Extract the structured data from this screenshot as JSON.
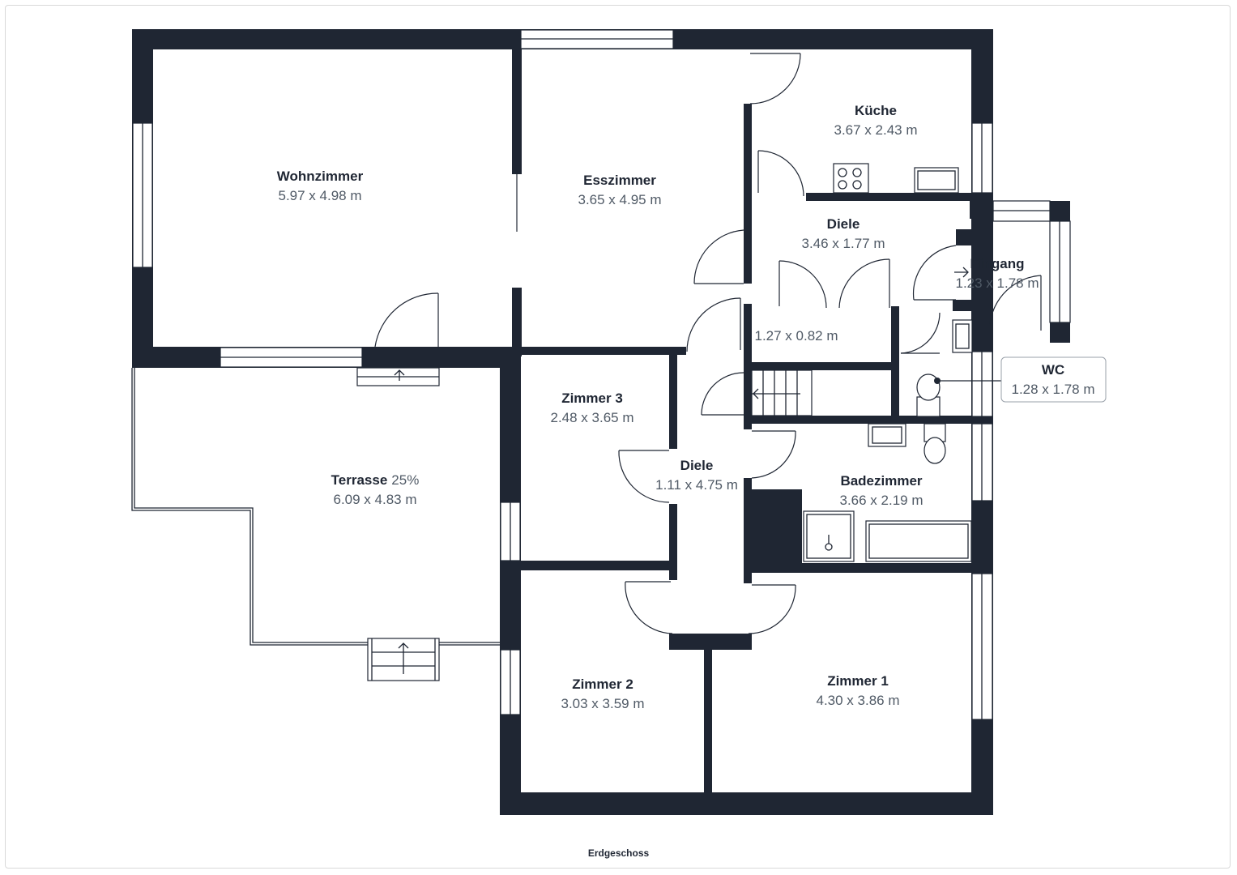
{
  "plan": {
    "floor_name": "Erdgeschoss",
    "wall_color": "#1f2633",
    "rooms": {
      "wohnzimmer": {
        "name": "Wohnzimmer",
        "dims": "5.97 x 4.98 m"
      },
      "esszimmer": {
        "name": "Esszimmer",
        "dims": "3.65 x 4.95 m"
      },
      "kueche": {
        "name": "Küche",
        "dims": "3.67 x 2.43 m"
      },
      "diele_top": {
        "name": "Diele",
        "dims": "3.46 x 1.77 m"
      },
      "eingang": {
        "name": "Eingang",
        "dims": "1.23 x 1.78 m"
      },
      "abstell": {
        "dims": "1.27 x 0.82 m"
      },
      "wc": {
        "name": "WC",
        "dims": "1.28 x 1.78 m"
      },
      "terrasse": {
        "name": "Terrasse",
        "pct": "25%",
        "dims": "6.09 x 4.83 m"
      },
      "zimmer3": {
        "name": "Zimmer 3",
        "dims": "2.48 x 3.65 m"
      },
      "diele_mid": {
        "name": "Diele",
        "dims": "1.11 x 4.75 m"
      },
      "badezimmer": {
        "name": "Badezimmer",
        "dims": "3.66 x 2.19 m"
      },
      "zimmer2": {
        "name": "Zimmer 2",
        "dims": "3.03 x 3.59 m"
      },
      "zimmer1": {
        "name": "Zimmer 1",
        "dims": "4.30 x 3.86 m"
      }
    }
  }
}
